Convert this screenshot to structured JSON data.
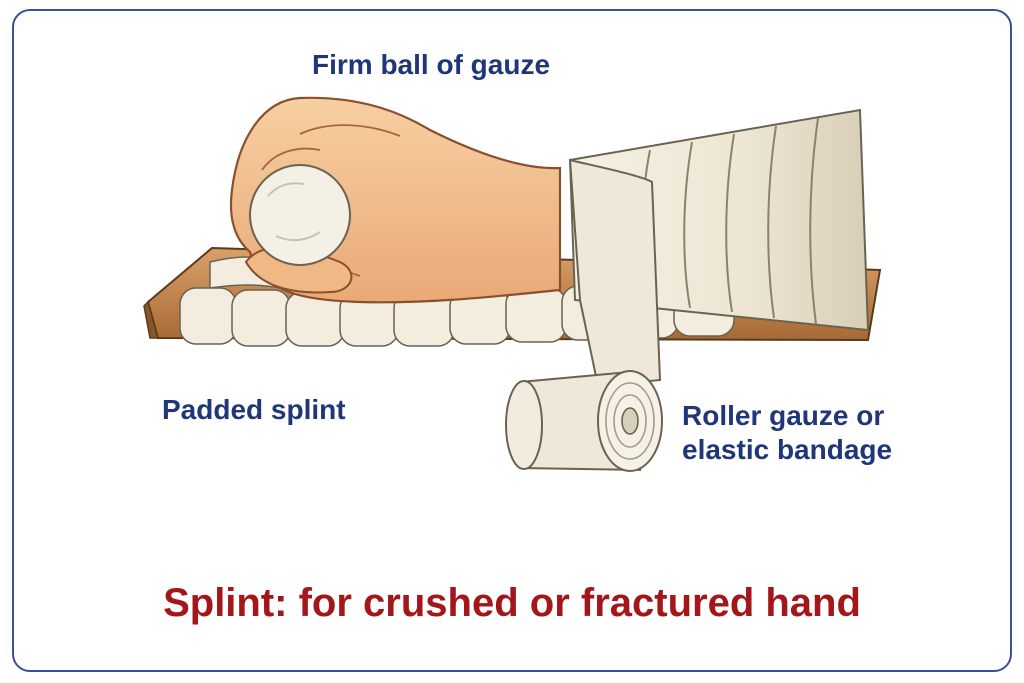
{
  "labels": {
    "gauze_ball": "Firm ball of gauze",
    "padded_splint": "Padded splint",
    "roller_line1": "Roller gauze or",
    "roller_line2": "elastic bandage"
  },
  "caption": "Splint: for crushed or fractured hand",
  "colors": {
    "frame": "#3d4f9a",
    "label_text": "#1f3778",
    "caption_text": "#a3161a",
    "skin": "#f5c593",
    "wood": "#c98a4b",
    "bandage": "#f4efe2"
  },
  "icons": [
    "hand-illustration",
    "gauze-ball-illustration",
    "padded-splint-illustration",
    "bandage-roll-illustration"
  ]
}
